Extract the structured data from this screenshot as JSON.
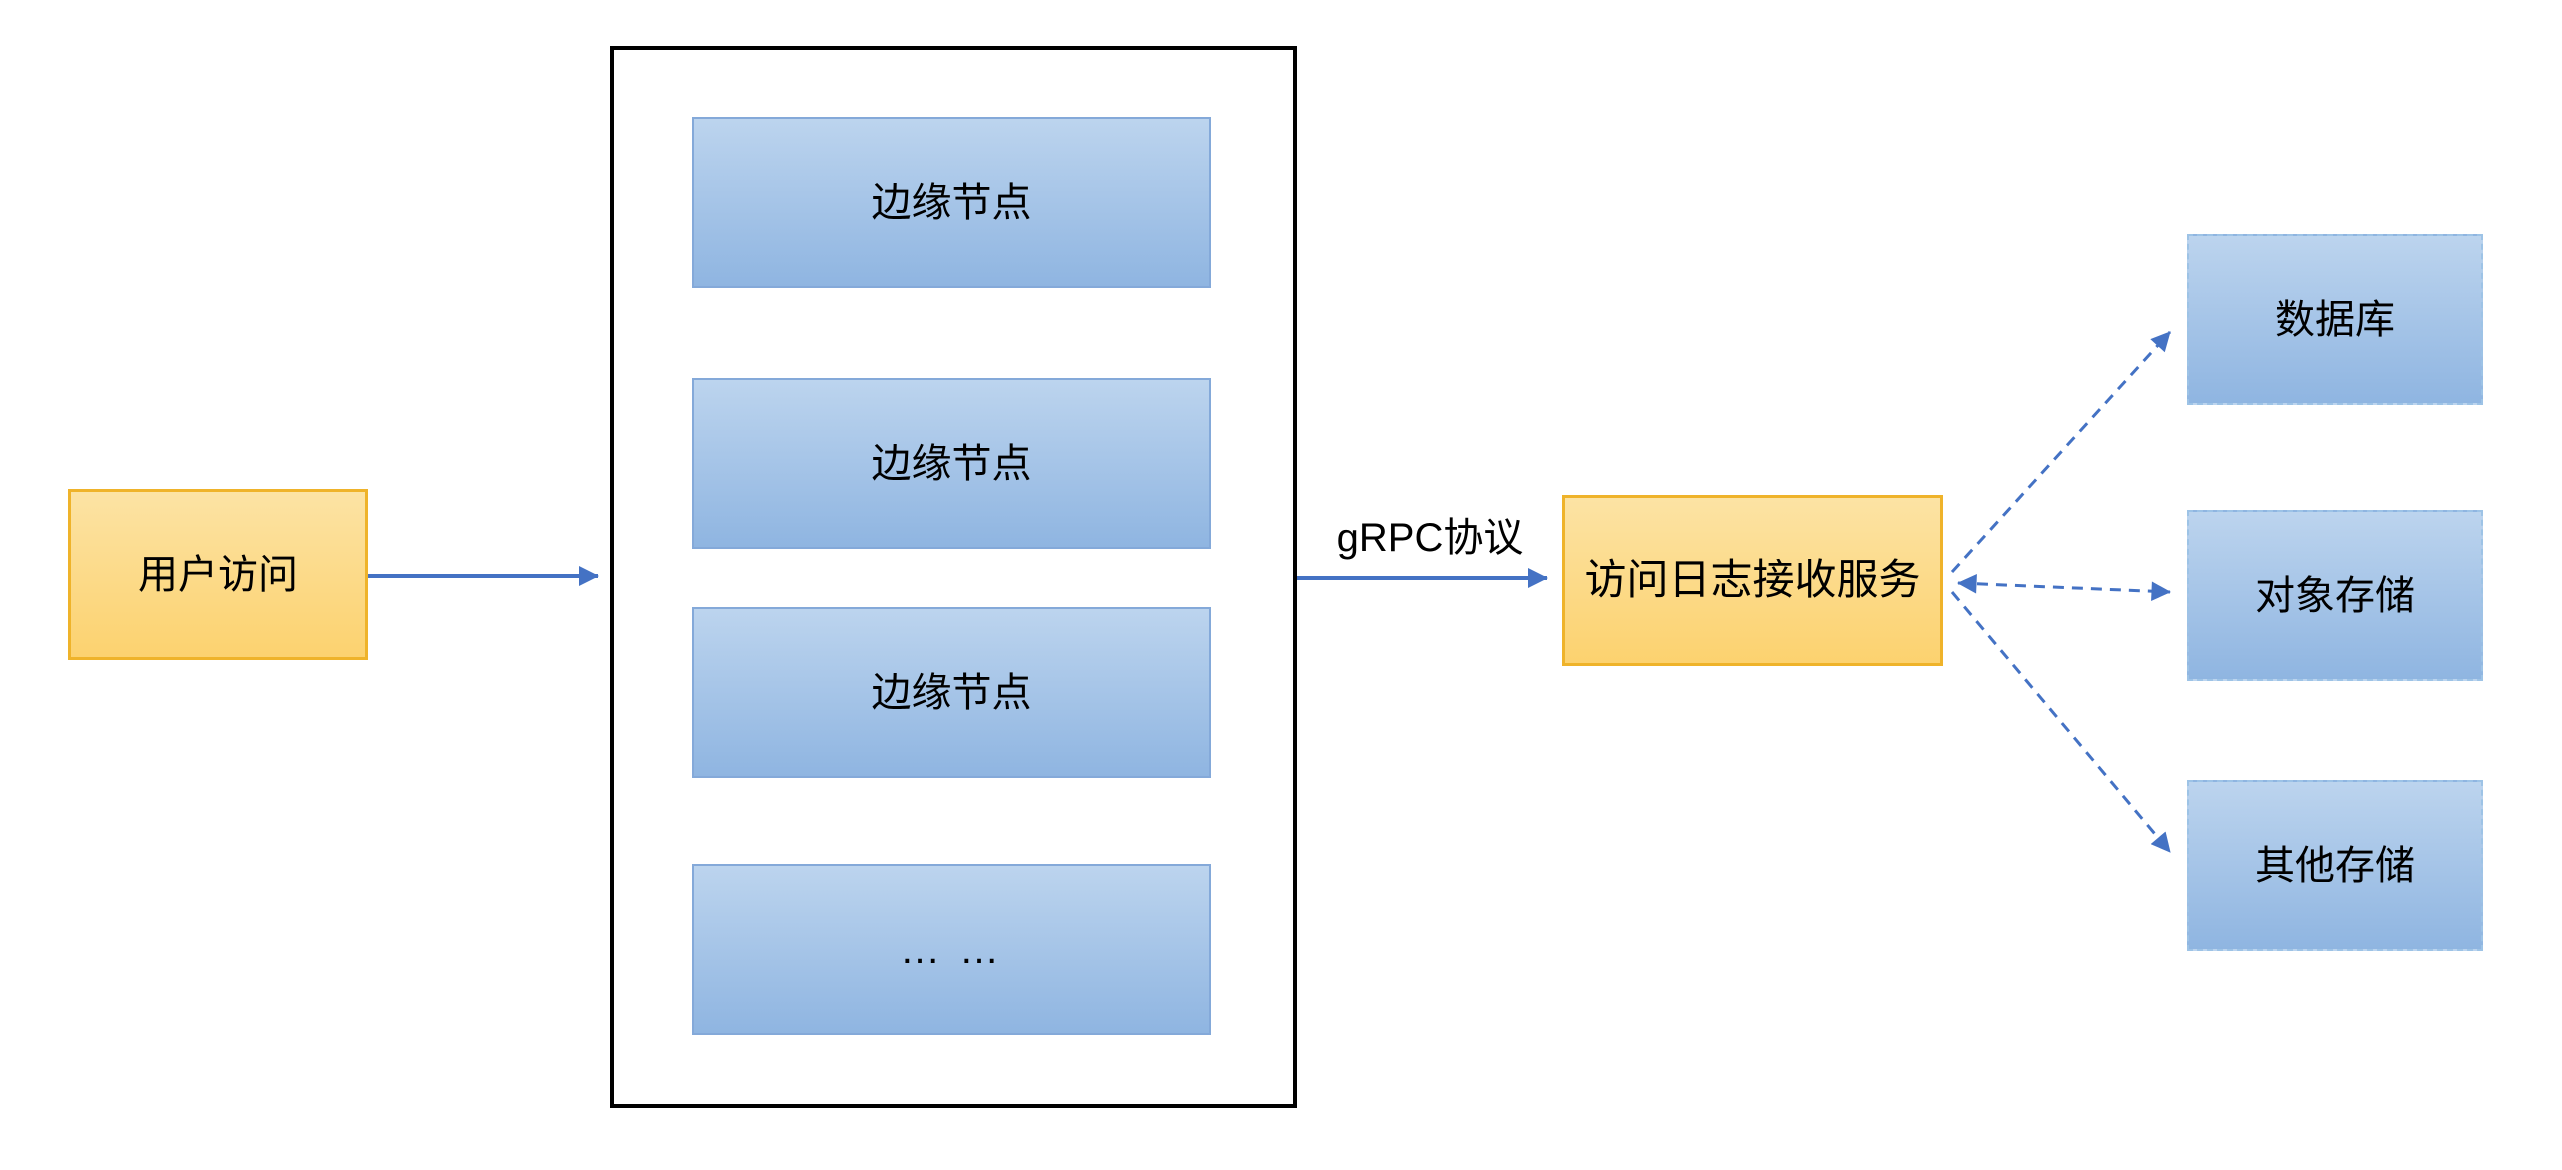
{
  "diagram": {
    "user_box": {
      "label": "用户访问"
    },
    "edge_cluster": {
      "nodes": [
        {
          "label": "边缘节点"
        },
        {
          "label": "边缘节点"
        },
        {
          "label": "边缘节点"
        },
        {
          "label": "… …"
        }
      ]
    },
    "connections": {
      "grpc_label": "gRPC协议"
    },
    "service_box": {
      "label": "访问日志接收服务"
    },
    "storage_boxes": [
      {
        "label": "数据库"
      },
      {
        "label": "对象存储"
      },
      {
        "label": "其他存储"
      }
    ],
    "colors": {
      "arrow_blue": "#4472C4",
      "node_fill_top": "#BCD4EE",
      "node_fill_bottom": "#8FB5E1",
      "node_border": "#84A9D9",
      "storage_dashed_border": "#9DC3E6",
      "accent_fill_top": "#FCE3A4",
      "accent_fill_bottom": "#FCD26F",
      "accent_border": "#EFB32A",
      "cluster_border": "#000000",
      "text": "#000000"
    }
  }
}
